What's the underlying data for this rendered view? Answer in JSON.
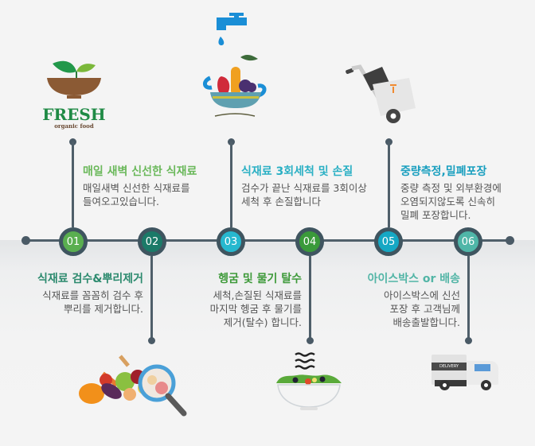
{
  "steps": [
    {
      "number": "01",
      "title": "식재료 검수&뿌리제거",
      "desc": [
        "식재료를 꼼꼼히 검수 후",
        "뿌리를 제거합니다."
      ],
      "color": "#5aaf50",
      "title_color": "#2c8a6e"
    },
    {
      "number": "02",
      "title": "매일 새벽 신선한 식재료",
      "desc": [
        "매일새벽 신선한 식재료를",
        "들여오고있습니다."
      ],
      "color": "#1b7a68",
      "title_color": "#6ab85a"
    },
    {
      "number": "03",
      "title": "식재료 3회세척 및 손질",
      "desc": [
        "검수가 끝난 식재료를 3회이상",
        "세척 후 손질합니다"
      ],
      "color": "#26b8cf",
      "title_color": "#2bb0c4"
    },
    {
      "number": "04",
      "title": "헹굼 및 물기 탈수",
      "desc": [
        "세척,손질된 식재료를",
        "마지막 헹굼 후 물기를",
        "제거(탈수) 합니다."
      ],
      "color": "#3a9a3a",
      "title_color": "#3e9a3a"
    },
    {
      "number": "05",
      "title": "중량측정,밀폐포장",
      "desc": [
        "중량 측정 및 외부환경에",
        "오염되지않도록 신속히",
        "밀폐 포장합니다."
      ],
      "color": "#15a8c4",
      "title_color": "#1a9fbf"
    },
    {
      "number": "06",
      "title": "아이스박스 or 배송",
      "desc": [
        "아이스박스에 신선",
        "포장 후 고객님께",
        "배송출발합니다."
      ],
      "color": "#4fb6a8",
      "title_color": "#52b5a6"
    }
  ],
  "logo": {
    "brand": "FRESH",
    "tagline": "organic food"
  },
  "truck": {
    "label": "DELIVERY"
  },
  "colors": {
    "timeline": "#4f5f6a",
    "node_border": "#3f5560",
    "background": "#f4f4f4"
  }
}
